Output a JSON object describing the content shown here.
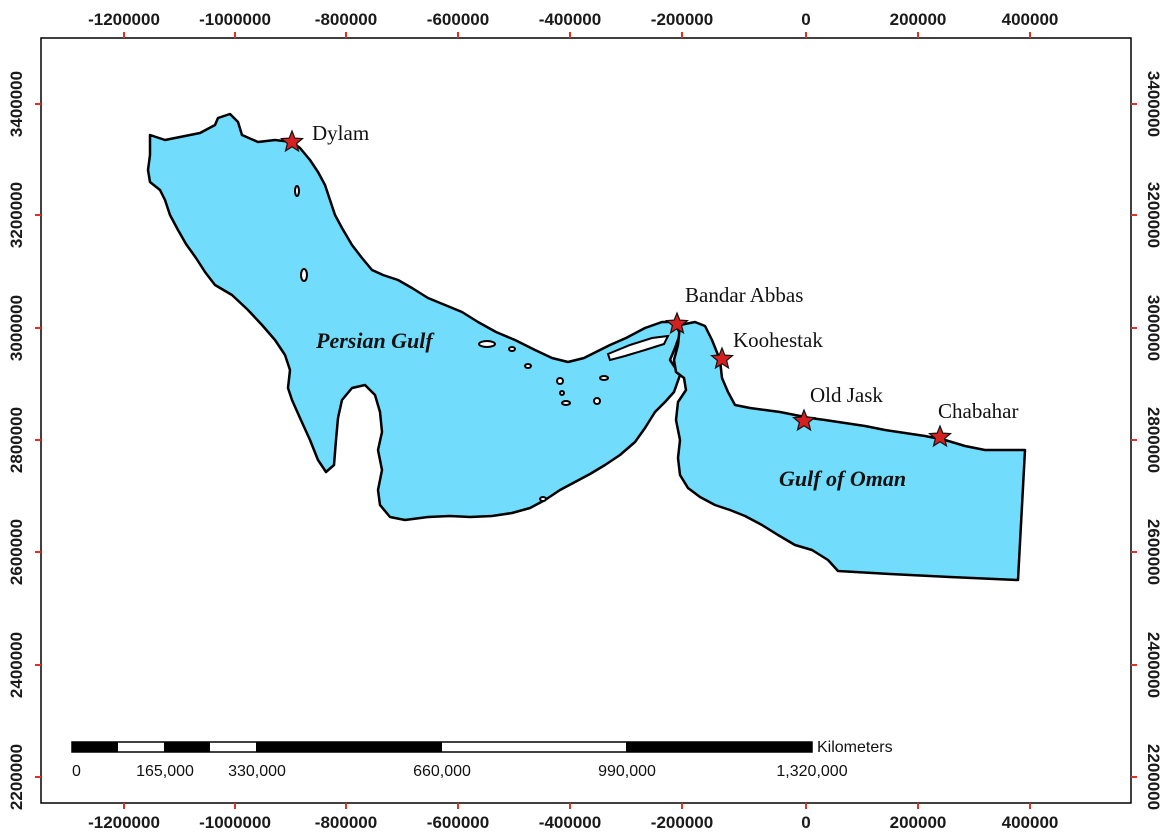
{
  "colors": {
    "water": "#71dcfb",
    "coastline": "#000000",
    "tick_mark": "#e0321e",
    "marker": "#d61f1f"
  },
  "axes": {
    "x_ticks": [
      "-1200000",
      "-1000000",
      "-800000",
      "-600000",
      "-400000",
      "-200000",
      "0",
      "200000",
      "400000"
    ],
    "y_ticks": [
      "3400000",
      "3200000",
      "3000000",
      "2800000",
      "2600000",
      "2400000",
      "2200000"
    ]
  },
  "places": [
    {
      "name": "Dylam",
      "marker": "star-icon"
    },
    {
      "name": "Bandar Abbas",
      "marker": "star-icon"
    },
    {
      "name": "Koohestak",
      "marker": "star-icon"
    },
    {
      "name": "Old Jask",
      "marker": "star-icon"
    },
    {
      "name": "Chabahar",
      "marker": "star-icon"
    }
  ],
  "water_bodies": {
    "persian_gulf": "Persian Gulf",
    "gulf_of_oman": "Gulf of Oman"
  },
  "scale_bar": {
    "unit": "Kilometers",
    "labels": [
      "0",
      "165,000",
      "330,000",
      "660,000",
      "990,000",
      "1,320,000"
    ]
  }
}
